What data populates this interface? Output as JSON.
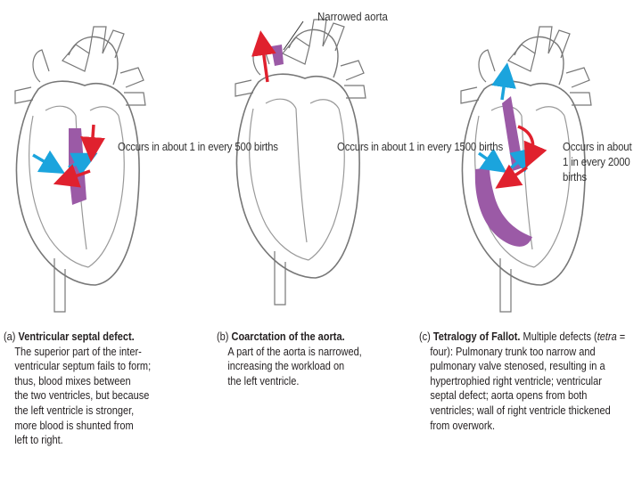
{
  "panels": [
    {
      "letter": "(a)",
      "title": "Ventricular septal defect.",
      "lead": "",
      "lines": [
        "The superior part of the inter-",
        "ventricular septum fails to form;",
        "thus, blood mixes between",
        "the two ventricles, but because",
        "the left ventricle is stronger,",
        "more blood is shunted from",
        "left to right."
      ],
      "incidence": [
        "Occurs in",
        "about 1 in every",
        "500 births"
      ]
    },
    {
      "letter": "(b)",
      "title": "Coarctation of the aorta.",
      "lead": "",
      "lines": [
        "A part of the aorta is narrowed,",
        "increasing the workload on",
        "the left ventricle."
      ],
      "incidence": [
        "Occurs in",
        "about 1 in every",
        "1500 births"
      ]
    },
    {
      "letter": "(c)",
      "title": "Tetralogy of Fallot.",
      "lead_before": "Multiple defects (",
      "lead_italic": "tetra",
      "lead_after": " =",
      "lines": [
        "four): Pulmonary trunk too narrow and",
        "pulmonary valve stenosed, resulting in a",
        "hypertrophied right ventricle; ventricular",
        "septal defect; aorta opens from both",
        "ventricles; wall of right ventricle thickened",
        "from overwork."
      ],
      "incidence": [
        "Occurs in",
        "about 1 in every",
        "2000 births"
      ]
    }
  ],
  "callout": [
    "Narrowed",
    "aorta"
  ],
  "colors": {
    "oxygenated": "#e0212e",
    "deoxygenated": "#1ba4dd",
    "defect": "#9b5aa6",
    "outline": "#6b6b6b"
  }
}
